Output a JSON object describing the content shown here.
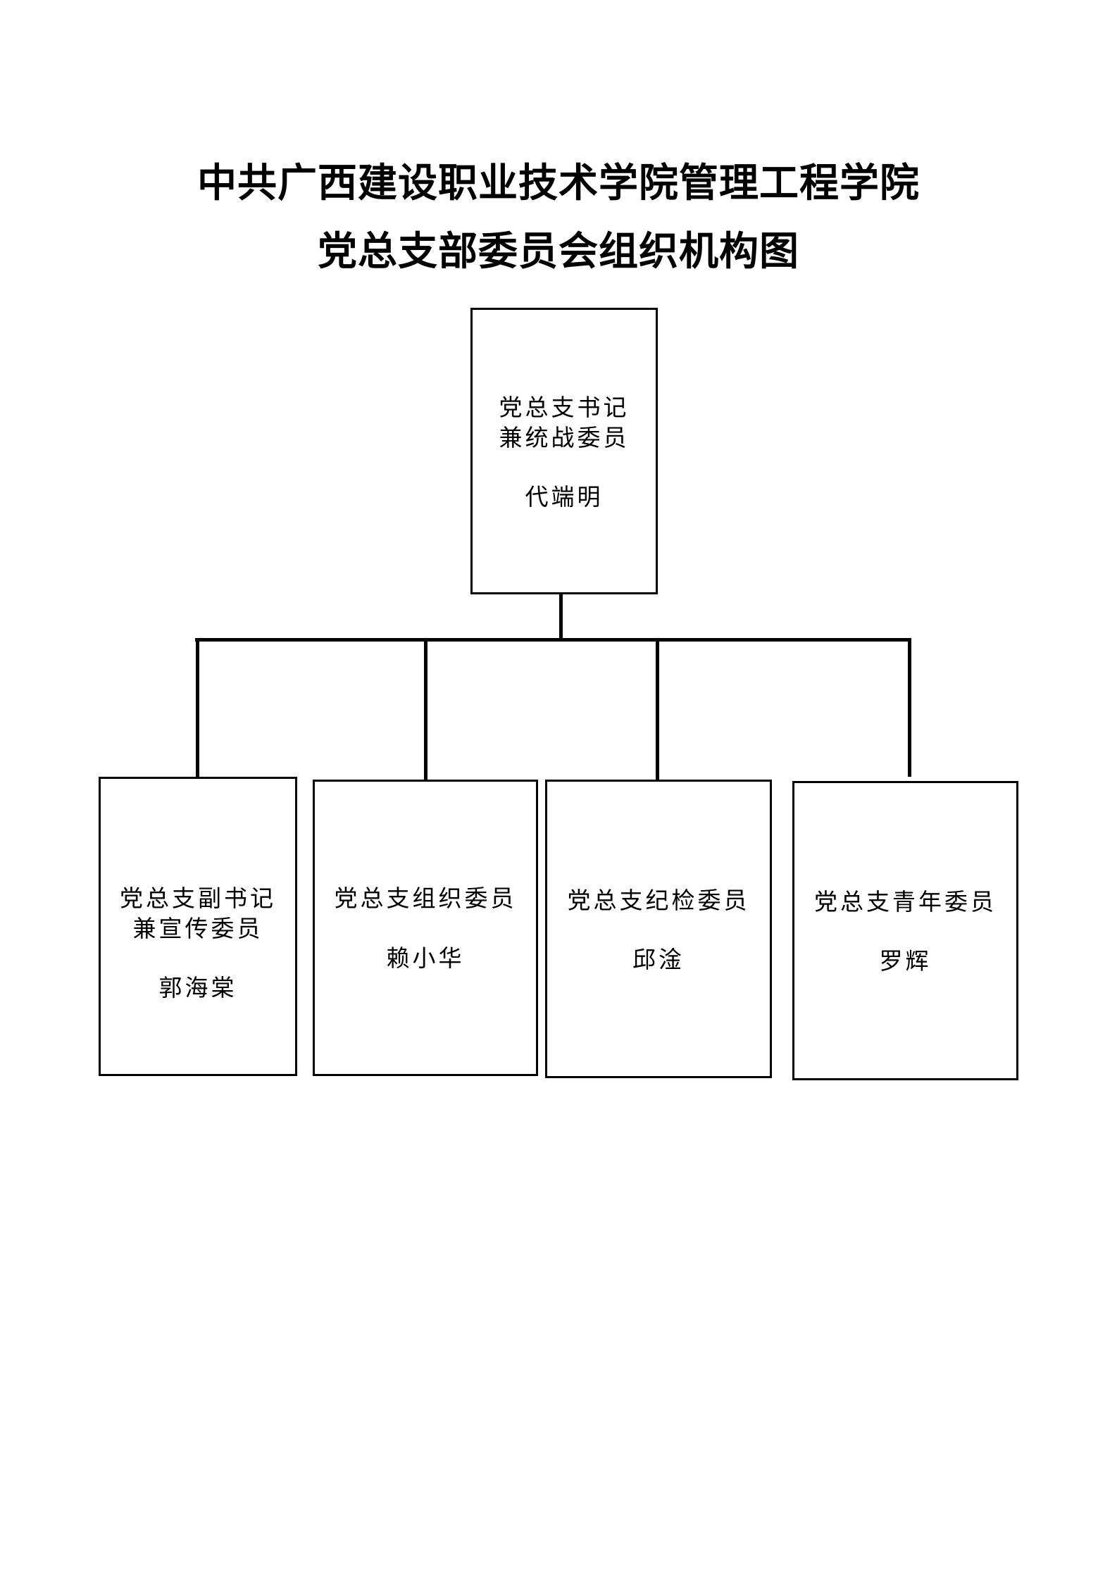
{
  "title": {
    "line1": "中共广西建设职业技术学院管理工程学院",
    "line2": "党总支部委员会组织机构图"
  },
  "top": {
    "role_line1": "党总支书记",
    "role_line2": "兼统战委员",
    "name": "代端明"
  },
  "members": [
    {
      "role_line1": "党总支副书记",
      "role_line2": "兼宣传委员",
      "name": "郭海棠"
    },
    {
      "role_line1": "党总支组织委员",
      "name": "赖小华"
    },
    {
      "role_line1": "党总支纪检委员",
      "name": "邱淦"
    },
    {
      "role_line1": "党总支青年委员",
      "name": "罗辉"
    }
  ]
}
